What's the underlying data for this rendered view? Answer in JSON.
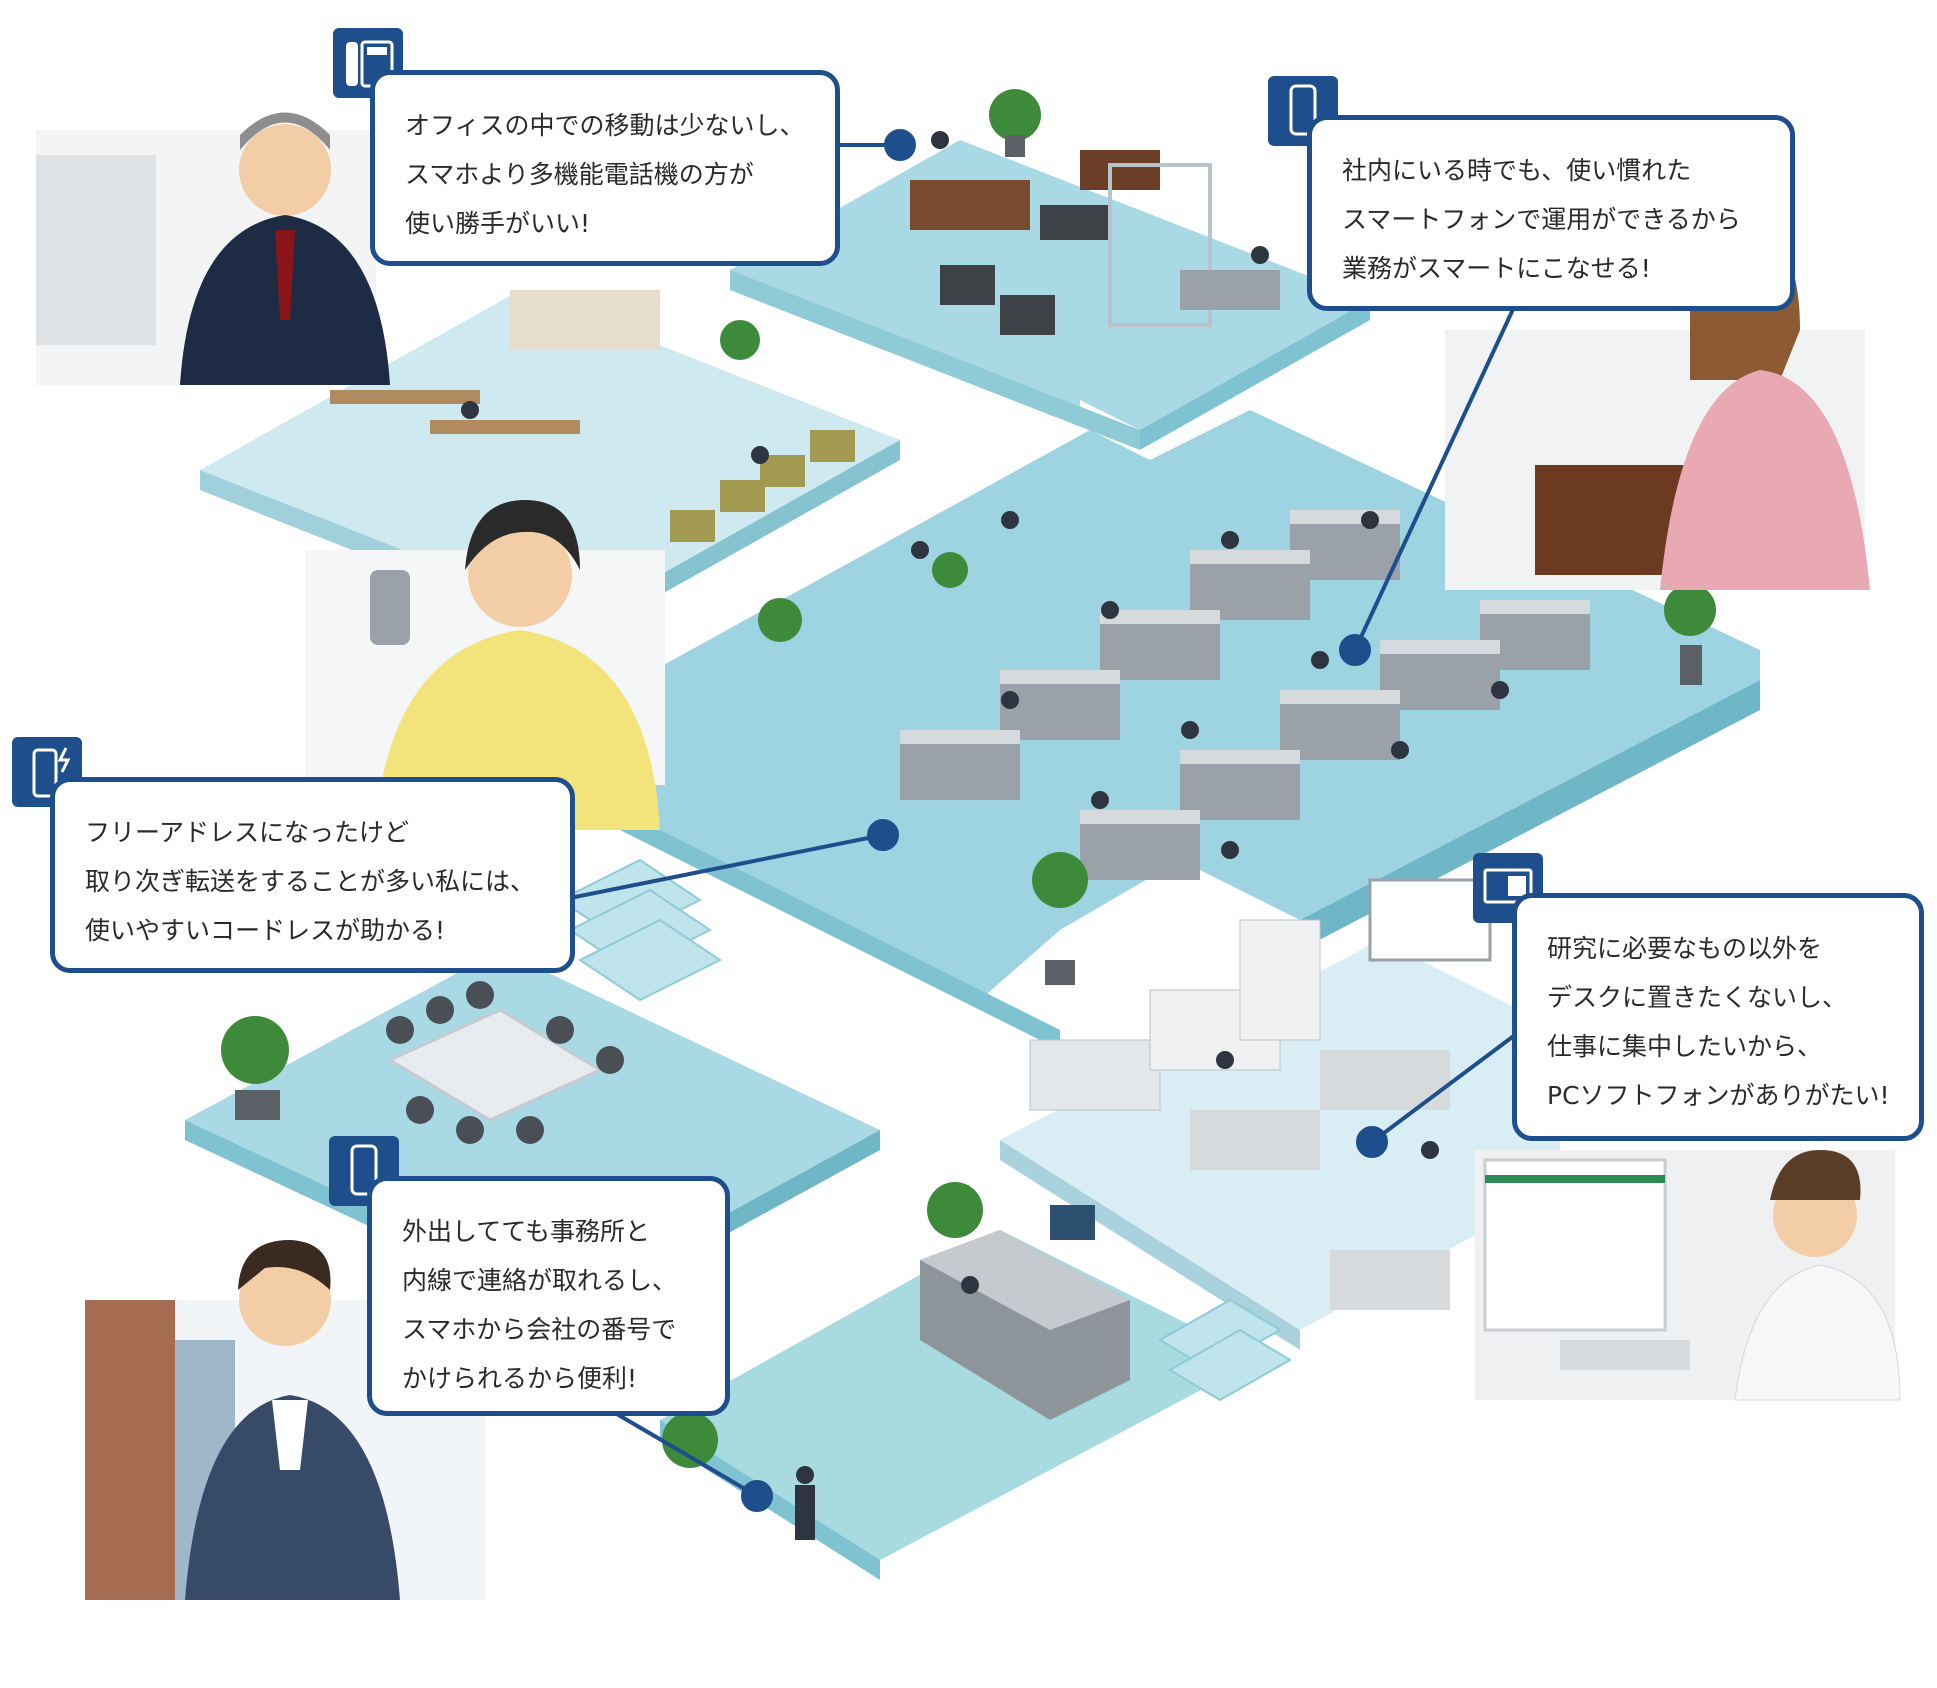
{
  "colors": {
    "accent": "#1f4e8c",
    "floor_top": "#a9d9e4",
    "floor_side": "#7fc2d1",
    "floor_light": "#d5ecf3",
    "bubble_bg": "#ffffff",
    "text": "#2a2a2a"
  },
  "callouts": [
    {
      "icon": "desk-phone-icon",
      "lines": [
        "オフィスの中での移動は少ないし、",
        "スマホより多機能電話機の方が",
        "使い勝手がいい!"
      ]
    },
    {
      "icon": "smartphone-icon",
      "lines": [
        "社内にいる時でも、使い慣れた",
        "スマートフォンで運用ができるから",
        "業務がスマートにこなせる!"
      ]
    },
    {
      "icon": "cordless-phone-icon",
      "lines": [
        "フリーアドレスになったけど",
        "取り次ぎ転送をすることが多い私には、",
        "使いやすいコードレスが助かる!"
      ]
    },
    {
      "icon": "laptop-softphone-icon",
      "lines": [
        "研究に必要なもの以外を",
        "デスクに置きたくないし、",
        "仕事に集中したいから、",
        "PCソフトフォンがありがたい!"
      ]
    },
    {
      "icon": "smartphone-icon",
      "lines": [
        "外出してても事務所と",
        "内線で連絡が取れるし、",
        "スマホから会社の番号で",
        "かけられるから便利!"
      ]
    }
  ]
}
